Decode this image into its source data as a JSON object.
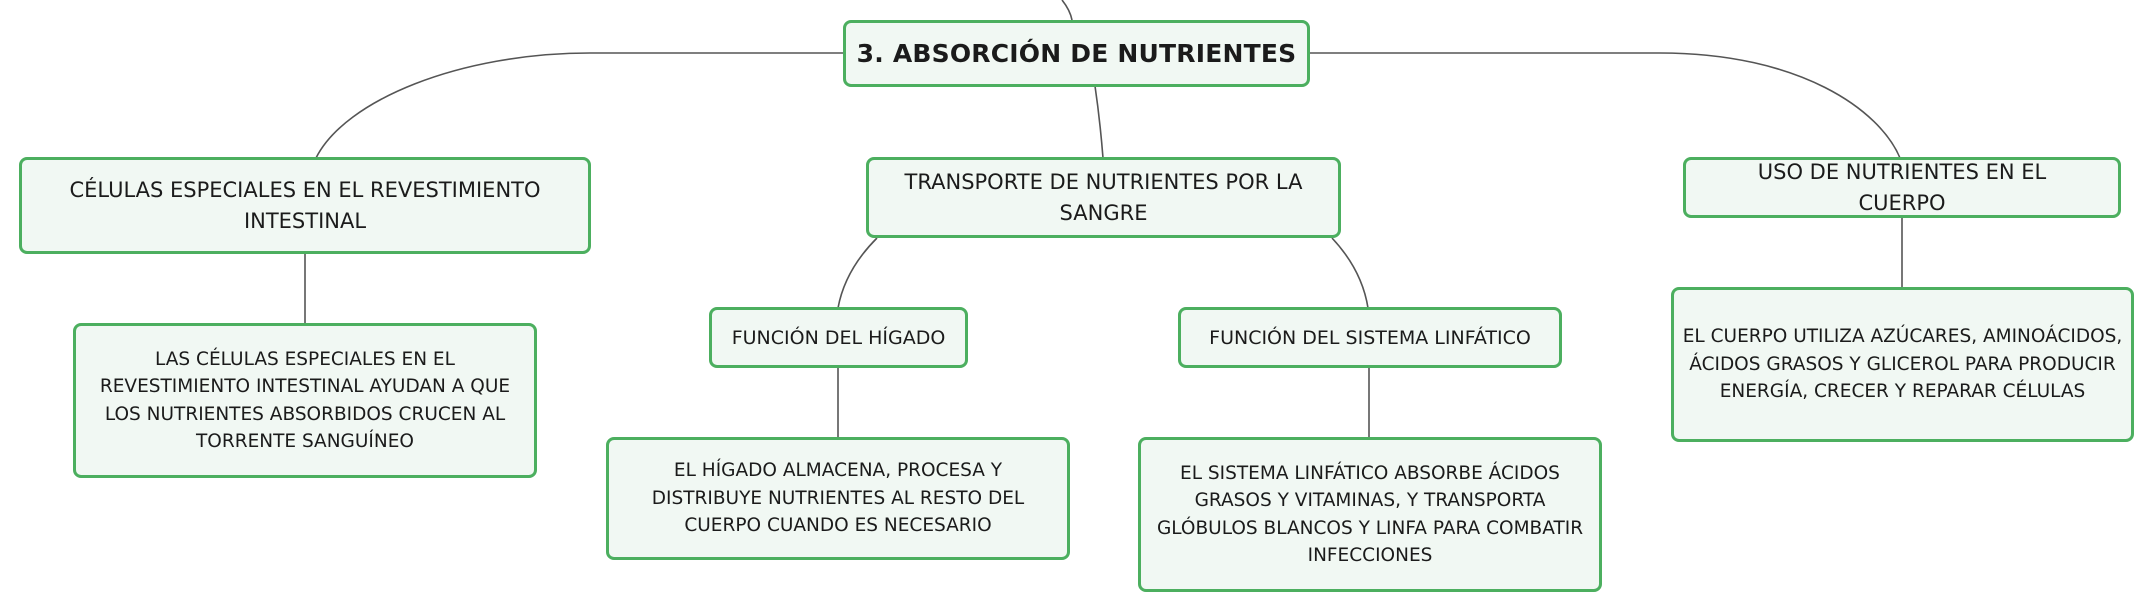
{
  "root": {
    "label": "3. ABSORCIÓN DE NUTRIENTES"
  },
  "branches": [
    {
      "label": "CÉLULAS ESPECIALES EN EL REVESTIMIENTO INTESTINAL",
      "detail": "LAS CÉLULAS ESPECIALES EN EL REVESTIMIENTO INTESTINAL AYUDAN A QUE LOS NUTRIENTES ABSORBIDOS CRUCEN AL TORRENTE SANGUÍNEO"
    },
    {
      "label": "TRANSPORTE DE NUTRIENTES POR LA SANGRE",
      "children": [
        {
          "label": "FUNCIÓN DEL HÍGADO",
          "detail": "EL HÍGADO ALMACENA, PROCESA Y DISTRIBUYE NUTRIENTES AL RESTO DEL CUERPO CUANDO ES NECESARIO"
        },
        {
          "label": "FUNCIÓN DEL SISTEMA LINFÁTICO",
          "detail": "EL SISTEMA LINFÁTICO ABSORBE ÁCIDOS GRASOS Y VITAMINAS, Y TRANSPORTA GLÓBULOS BLANCOS Y LINFA PARA COMBATIR INFECCIONES"
        }
      ]
    },
    {
      "label": "USO DE NUTRIENTES EN EL CUERPO",
      "detail": "EL CUERPO UTILIZA AZÚCARES, AMINOÁCIDOS, ÁCIDOS GRASOS Y GLICEROL PARA PRODUCIR ENERGÍA, CRECER Y REPARAR CÉLULAS"
    }
  ],
  "colors": {
    "border": "#4caf5f",
    "fill": "#f1f8f3",
    "line": "#555555"
  }
}
